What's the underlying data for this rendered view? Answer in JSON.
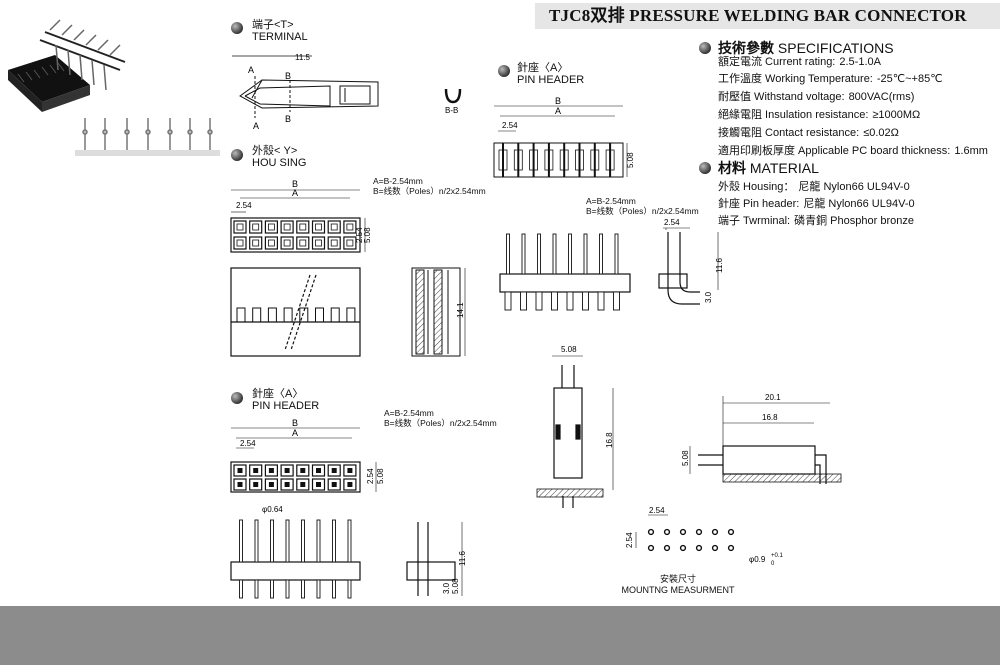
{
  "title": "TJC8双排 PRESSURE WELDING BAR CONNECTOR",
  "sections": {
    "terminal": {
      "cn": "端子<T>",
      "en": "TERMINAL"
    },
    "housing": {
      "cn": "外殼< Y>",
      "en": "HOU SING"
    },
    "pin_header_a": {
      "cn": "針座〈A〉",
      "en": "PIN HEADER"
    },
    "pin_header_b": {
      "cn": "針座〈A〉",
      "en": "PIN HEADER"
    }
  },
  "specifications": {
    "heading_cn": "技術參數",
    "heading_en": "SPECIFICATIONS",
    "rows": [
      {
        "label": "額定電流 Current rating:",
        "value": "2.5-1.0A"
      },
      {
        "label": "工作溫度 Working Temperature:",
        "value": "-25℃~+85℃"
      },
      {
        "label": "耐壓值 Withstand voltage:",
        "value": "800VAC(rms)"
      },
      {
        "label": "絕緣電阻 Insulation resistance:",
        "value": "≥1000MΩ"
      },
      {
        "label": "接觸電阻 Contact resistance:",
        "value": "≤0.02Ω"
      },
      {
        "label": "適用印刷板厚度 Applicable PC board thickness:",
        "value": "1.6mm"
      }
    ]
  },
  "material": {
    "heading_cn": "材料",
    "heading_en": "MATERIAL",
    "rows": [
      {
        "label": "外殼 Housing：",
        "value": "尼龍 Nylon66  UL94V-0"
      },
      {
        "label": "針座 Pin header:",
        "value": "尼龍 Nylon66  UL94V-0"
      },
      {
        "label": "端子 Twrminal:",
        "value": "磷青銅 Phosphor bronze"
      }
    ]
  },
  "formulas": {
    "housing": [
      "A=B-2.54mm",
      "B=线数（Poles）n/2x2.54mm"
    ],
    "pin_header_a": [
      "A=B-2.54mm",
      "B=线数（Poles）n/2x2.54mm"
    ],
    "pin_header_b": [
      "A=B-2.54mm",
      "B=线数（Poles）n/2x2.54mm"
    ]
  },
  "dimension_labels": {
    "terminal_length": "11.5",
    "section_a": "A",
    "section_b": "B",
    "section_bb": "B-B",
    "pitch": "2.54",
    "height_508": "5.08",
    "housing_height": "14.1",
    "pin_height": "11.6",
    "pin_bend": "3.0",
    "pin_short": "3.0",
    "pin_dia": "φ0.64",
    "side_width": "5.08",
    "side_height": "16.8",
    "side_len_total": "20.1",
    "side_len_body": "16.8",
    "side_small": "5.08",
    "hole_dia": "φ0.9",
    "hole_tol_plus": "+0.1",
    "hole_tol_minus": "0"
  },
  "mounting": {
    "cn": "安裝尺寸",
    "en": "MOUNTNG MEASURMENT"
  },
  "colors": {
    "footer": "#8c8c8c",
    "title_bg": "#e6e6e6",
    "housing_body": "#2a2a2a"
  }
}
